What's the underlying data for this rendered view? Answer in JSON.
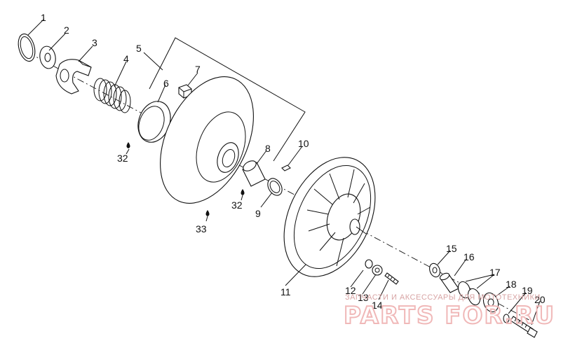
{
  "labels": {
    "l1": "1",
    "l2": "2",
    "l3": "3",
    "l4": "4",
    "l5": "5",
    "l6": "6",
    "l7": "7",
    "l8": "8",
    "l9": "9",
    "l10": "10",
    "l11": "11",
    "l12": "12",
    "l13": "13",
    "l14": "14",
    "l15": "15",
    "l16": "16",
    "l17": "17",
    "l18": "18",
    "l19": "19",
    "l20": "20",
    "l32a": "32",
    "l32b": "32",
    "l33": "33"
  },
  "watermark": {
    "caption": "ЗАПЧАСТИ И АКСЕССУАРЫ ДЛЯ МОТОТЕХНИКИ",
    "logo": "PARTS FOR.RU"
  }
}
